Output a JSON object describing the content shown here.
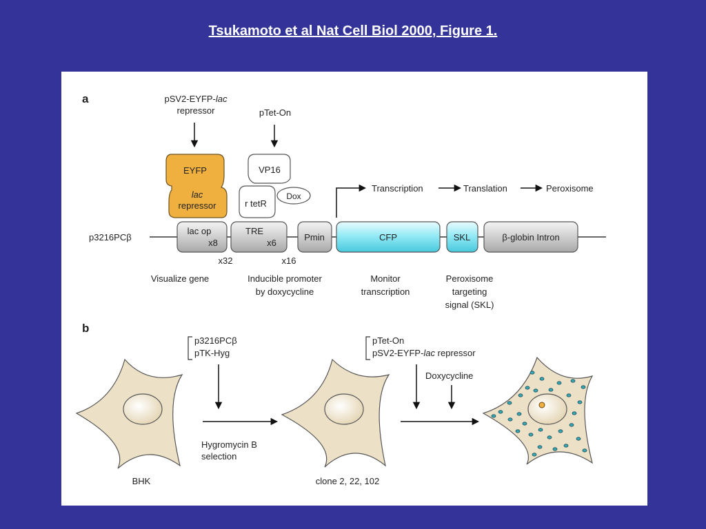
{
  "title": "Tsukamoto et al  Nat Cell Biol 2000, Figure 1.",
  "colors": {
    "background": "#333399",
    "eyfp": "#f0b040",
    "cfp": "#8ee8f4",
    "box": "#d4d4d4",
    "cell": "#ece0c6",
    "peroxisome": "#3aa8b0"
  },
  "panel_a": {
    "label": "a",
    "pSV2_line1": "pSV2-EYFP-",
    "pSV2_lac": "lac",
    "pSV2_line2": "repressor",
    "pTetOn": "pTet-On",
    "eyfp": "EYFP",
    "lac_italic": "lac",
    "repressor": "repressor",
    "vp16": "VP16",
    "rtetR": "r tetR",
    "dox": "Dox",
    "transcription": "Transcription",
    "translation": "Translation",
    "peroxisome": "Peroxisome",
    "construct": "p3216PCβ",
    "lacop_1": "lac op",
    "lacop_2": "x8",
    "tre_1": "TRE",
    "tre_2": "x6",
    "pmin": "Pmin",
    "cfp": "CFP",
    "skl": "SKL",
    "globin": "β-globin Intron",
    "x32": "x32",
    "x16": "x16",
    "cap_visualize": "Visualize gene",
    "cap_inducible_1": "Inducible promoter",
    "cap_inducible_2": "by doxycycline",
    "cap_monitor_1": "Monitor",
    "cap_monitor_2": "transcription",
    "cap_perox_1": "Peroxisome",
    "cap_perox_2": "targeting",
    "cap_perox_3": "signal (SKL)"
  },
  "panel_b": {
    "label": "b",
    "plasmid1_1": "p3216PCβ",
    "plasmid1_2": "pTK-Hyg",
    "plasmid2_1": "pTet-On",
    "plasmid2_2a": "pSV2-EYFP-",
    "plasmid2_2b": "lac",
    "plasmid2_2c": " repressor",
    "doxycycline": "Doxycycline",
    "hygro_1": "Hygromycin B",
    "hygro_2": "selection",
    "bhk": "BHK",
    "clones": "clone 2, 22, 102"
  }
}
